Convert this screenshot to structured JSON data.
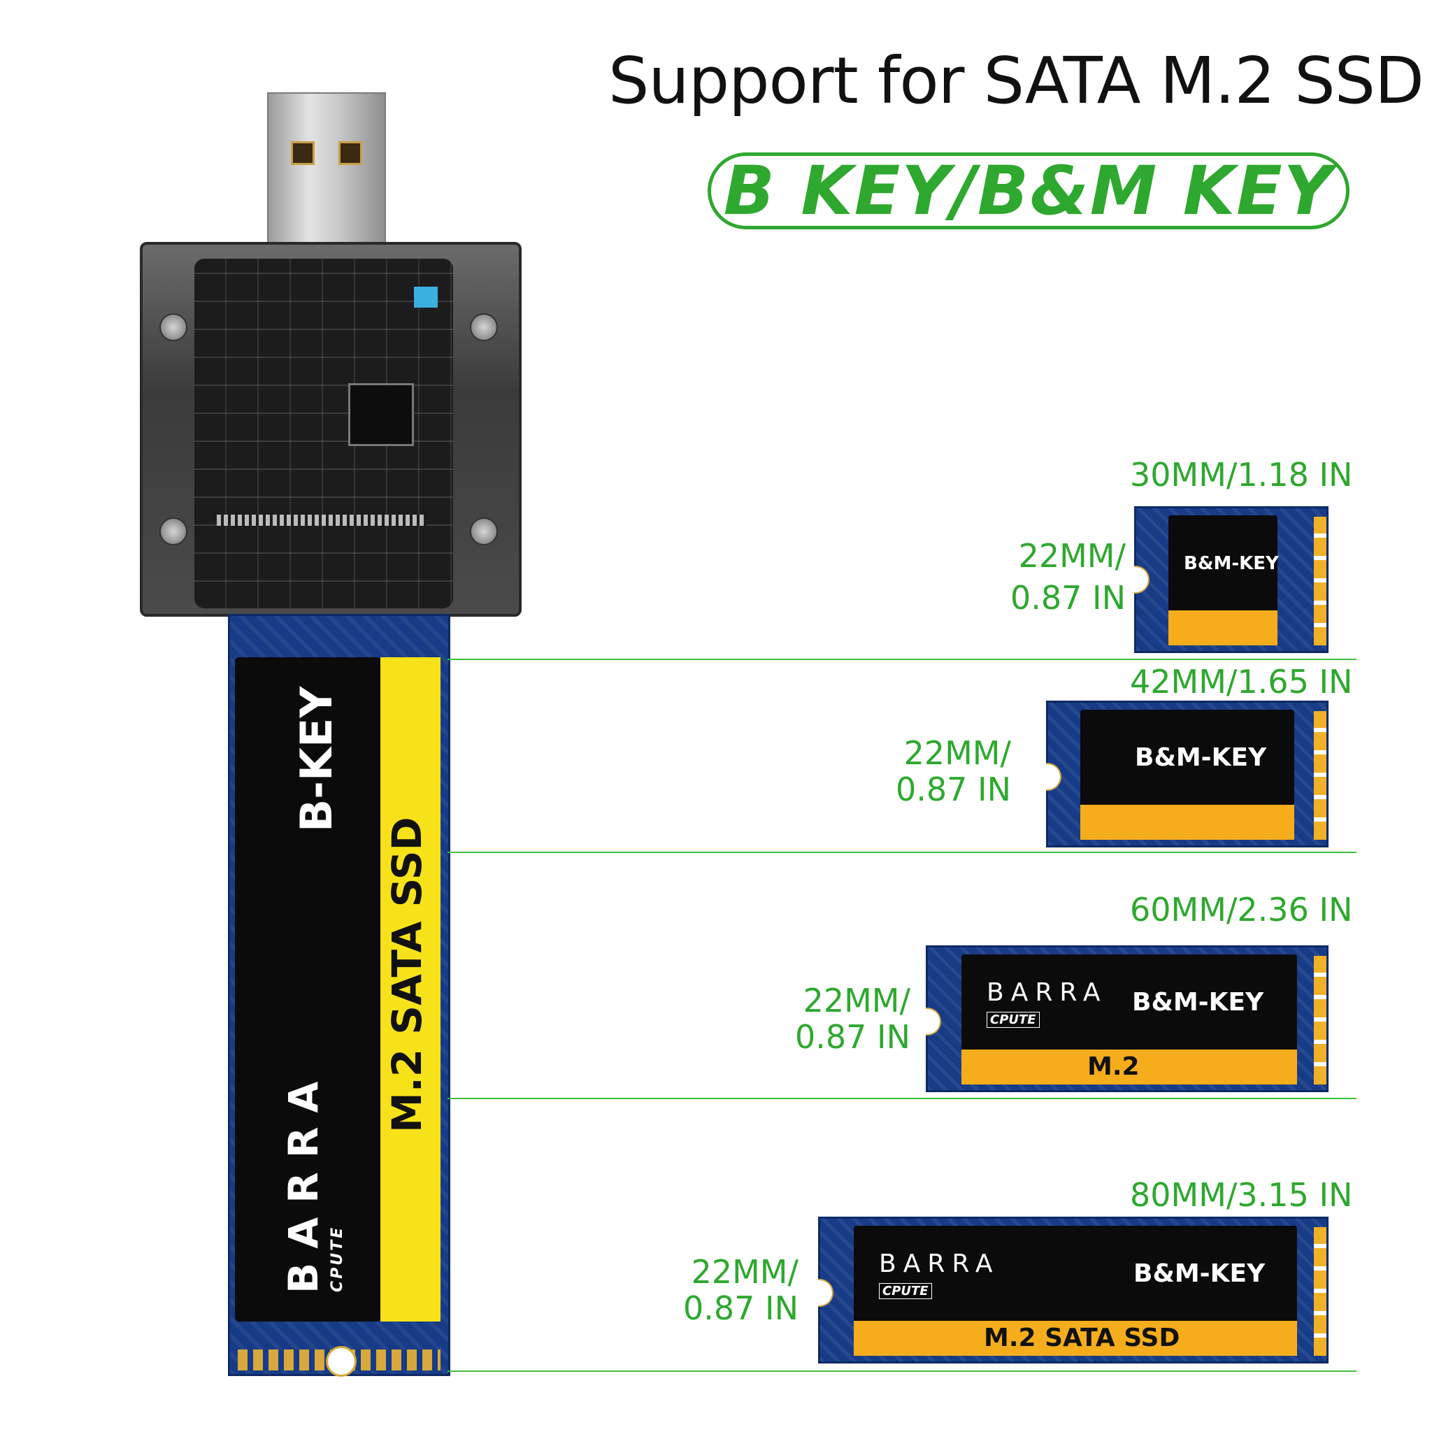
{
  "headline": "Support for SATA M.2 SSD",
  "key_types": "B KEY/B&M KEY",
  "main_ssd": {
    "key_label": "B-KEY",
    "product_label": "M.2 SATA SSD",
    "brand": "BARRA",
    "brand_sub": "CPUTE"
  },
  "sizes": [
    {
      "length": "30MM/1.18 IN",
      "width_line1": "22MM/",
      "width_line2": "0.87 IN",
      "chip_label": "B&M-KEY",
      "brand": "",
      "brand_sub": "",
      "orange_label": ""
    },
    {
      "length": "42MM/1.65 IN",
      "width_line1": "22MM/",
      "width_line2": "0.87 IN",
      "chip_label": "B&M-KEY",
      "brand": "",
      "brand_sub": "",
      "orange_label": ""
    },
    {
      "length": "60MM/2.36 IN",
      "width_line1": "22MM/",
      "width_line2": "0.87 IN",
      "chip_label": "B&M-KEY",
      "brand": "BARRA",
      "brand_sub": "CPUTE",
      "orange_label": "M.2"
    },
    {
      "length": "80MM/3.15 IN",
      "width_line1": "22MM/",
      "width_line2": "0.87 IN",
      "chip_label": "B&M-KEY",
      "brand": "BARRA",
      "brand_sub": "CPUTE",
      "orange_label": "M.2 SATA SSD"
    }
  ],
  "colors": {
    "accent_green": "#2ea82e",
    "pcb_blue": "#173b86",
    "label_yellow": "#f7e21a",
    "label_orange": "#f6ad1c"
  }
}
